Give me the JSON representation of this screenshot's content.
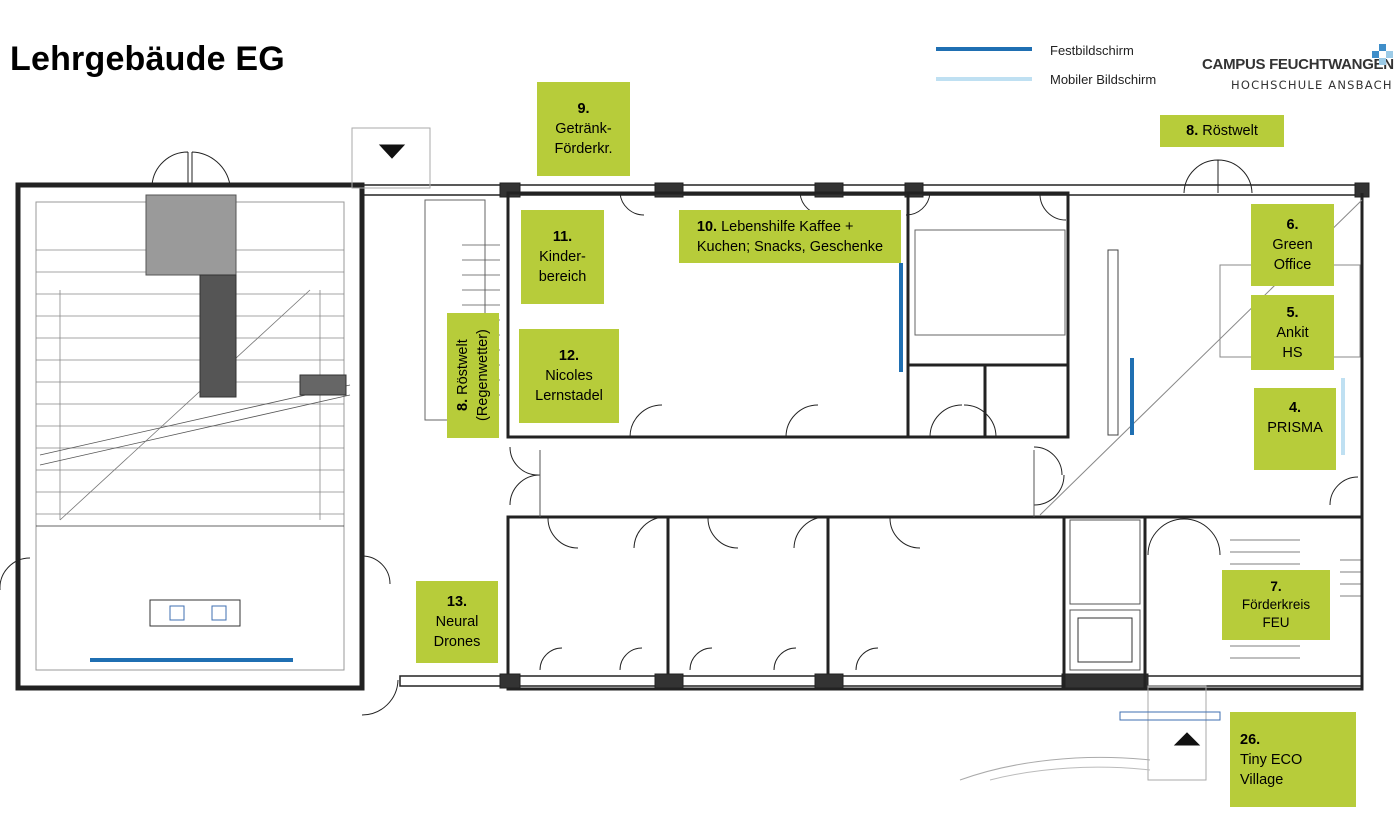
{
  "title": "Lehrgebäude EG",
  "legend": [
    {
      "label": "Festbildschirm",
      "color": "#1f6fb2"
    },
    {
      "label": "Mobiler Bildschirm",
      "color": "#bfe0f2"
    }
  ],
  "logo": {
    "name": "CAMPUS FEUCHTWANGEN",
    "subtitle": "HOCHSCHULE ANSBACH",
    "colors": [
      "#3f8ec9",
      "#9ccbe7"
    ]
  },
  "rooms": [
    {
      "num": "9.",
      "name": "Getränk-\nFörderkr."
    },
    {
      "num": "8.",
      "name": "Röstwelt"
    },
    {
      "num": "11.",
      "name": "Kinder-\nbereich"
    },
    {
      "num": "10.",
      "name": "Lebenshilfe Kaffee +\nKuchen; Snacks, Geschenke"
    },
    {
      "num": "6.",
      "name": "Green\nOffice"
    },
    {
      "num": "5.",
      "name": "Ankit\nHS"
    },
    {
      "num": "12.",
      "name": "Nicoles\nLernstadel"
    },
    {
      "num": "8.",
      "name": "Röstwelt\n(Regenwetter)"
    },
    {
      "num": "4.",
      "name": "PRISMA"
    },
    {
      "num": "13.",
      "name": "Neural\nDrones"
    },
    {
      "num": "7.",
      "name": "Förderkreis\nFEU"
    },
    {
      "num": "26.",
      "name": "Tiny ECO\nVillage"
    }
  ],
  "colors": {
    "label_bg": "#b7cc3a",
    "wall": "#222222",
    "fixed_screen": "#1f6fb2",
    "mobile_screen": "#bfe0f2"
  }
}
